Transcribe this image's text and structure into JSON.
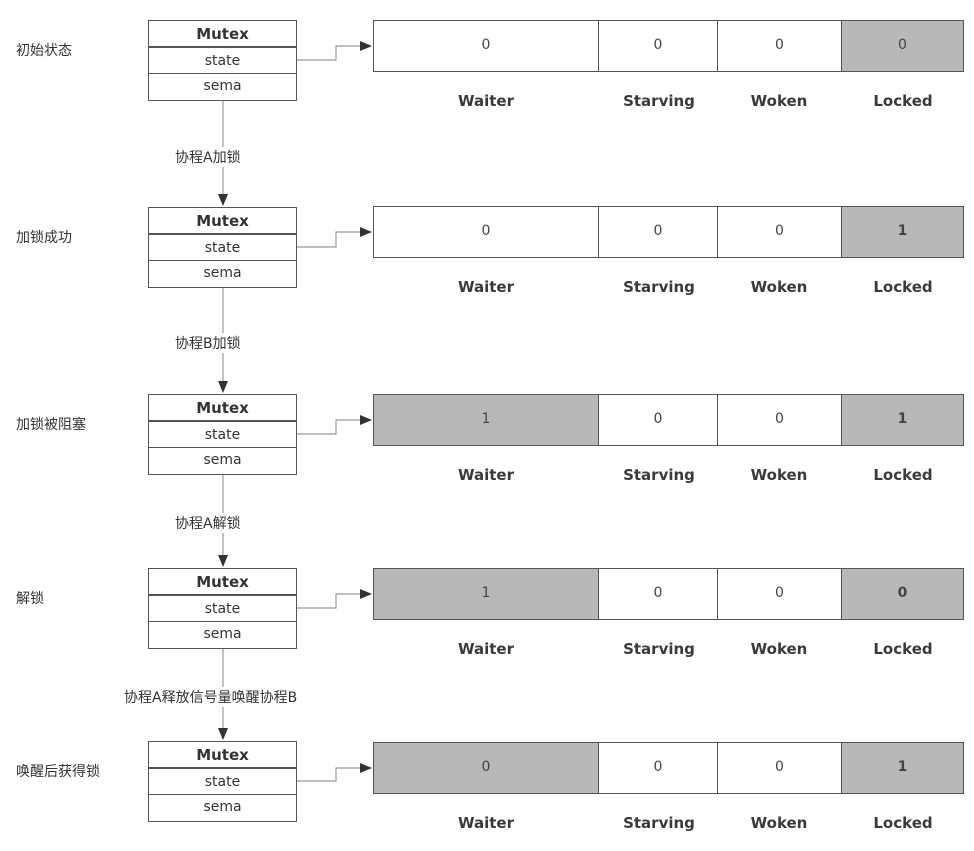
{
  "diagram": {
    "bit_labels": [
      "Waiter",
      "Starving",
      "Woken",
      "Locked"
    ],
    "mutex": {
      "title": "Mutex",
      "state": "state",
      "sema": "sema"
    },
    "stages": [
      {
        "label": "初始状态",
        "bits": {
          "waiter": "0",
          "starving": "0",
          "woken": "0",
          "locked": "0"
        },
        "shaded": {
          "waiter": false,
          "locked": true
        },
        "bold": {
          "waiter": false,
          "locked": false
        }
      },
      {
        "label": "加锁成功",
        "bits": {
          "waiter": "0",
          "starving": "0",
          "woken": "0",
          "locked": "1"
        },
        "shaded": {
          "waiter": false,
          "locked": true
        },
        "bold": {
          "waiter": false,
          "locked": true
        }
      },
      {
        "label": "加锁被阻塞",
        "bits": {
          "waiter": "1",
          "starving": "0",
          "woken": "0",
          "locked": "1"
        },
        "shaded": {
          "waiter": true,
          "locked": true
        },
        "bold": {
          "waiter": false,
          "locked": true
        }
      },
      {
        "label": "解锁",
        "bits": {
          "waiter": "1",
          "starving": "0",
          "woken": "0",
          "locked": "0"
        },
        "shaded": {
          "waiter": true,
          "locked": true
        },
        "bold": {
          "waiter": false,
          "locked": true
        }
      },
      {
        "label": "唤醒后获得锁",
        "bits": {
          "waiter": "0",
          "starving": "0",
          "woken": "0",
          "locked": "1"
        },
        "shaded": {
          "waiter": true,
          "locked": true
        },
        "bold": {
          "waiter": false,
          "locked": true
        }
      }
    ],
    "transitions": [
      "协程A加锁",
      "协程B加锁",
      "协程A解锁",
      "协程A释放信号量唤醒协程B"
    ],
    "colors": {
      "shaded_cell": "#b8b8b8",
      "border": "#555555",
      "connector": "#999999",
      "arrowhead": "#333333"
    }
  }
}
